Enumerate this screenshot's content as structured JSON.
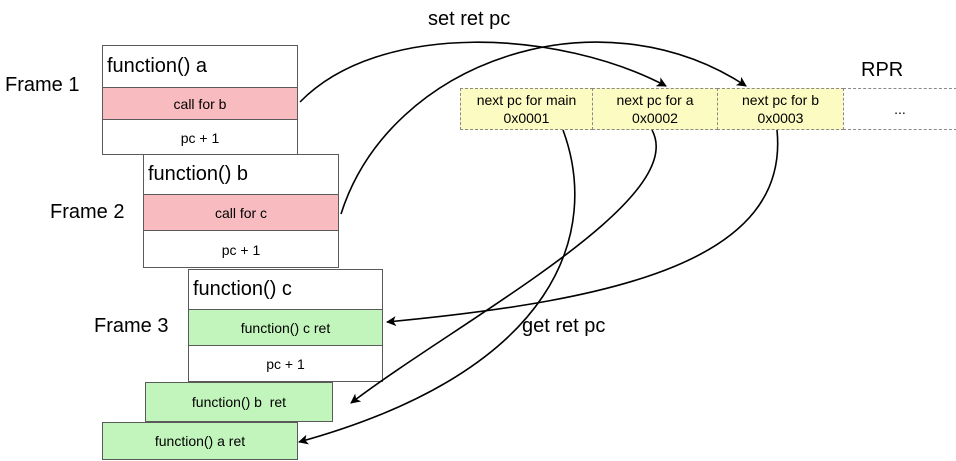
{
  "annotations": {
    "set_ret_pc": "set ret pc",
    "get_ret_pc": "get ret pc",
    "rpr": "RPR"
  },
  "frames": [
    {
      "label": "Frame 1",
      "title": "function() a",
      "call": "call for b",
      "pc": "pc + 1"
    },
    {
      "label": "Frame 2",
      "title": "function() b",
      "call": "call for c",
      "pc": "pc + 1"
    },
    {
      "label": "Frame 3",
      "title": "function() c",
      "ret": "function() c ret",
      "pc": "pc + 1"
    }
  ],
  "returns": [
    "function() b  ret",
    "function() a ret"
  ],
  "rpr_cells": [
    {
      "line1": "next pc for main",
      "line2": "0x0001"
    },
    {
      "line1": "next pc for a",
      "line2": "0x0002"
    },
    {
      "line1": "next pc for b",
      "line2": "0x0003"
    },
    {
      "line1": "...",
      "line2": ""
    }
  ],
  "colors": {
    "call_fill": "#f8bcc0",
    "ret_fill": "#c2f5bc",
    "rpr_fill": "#fbfbc2",
    "border": "#5a5a5a",
    "rpr_border": "#8a8a8a"
  }
}
